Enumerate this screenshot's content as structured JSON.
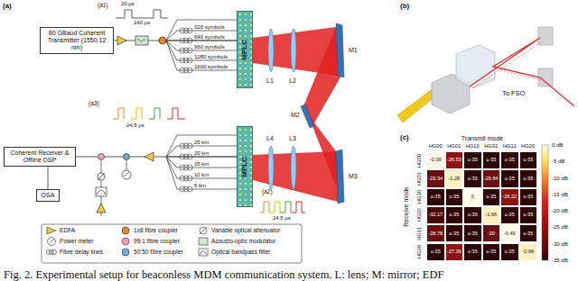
{
  "diagram": {
    "caption": "Fig. 2. Experimental setup for beaconless MDM communication system. L: lens; M: mirror; EDF",
    "nodes": [
      {
        "text": [
          "80 GBaud Coherent Transmitter (1550.12 nm)"
        ]
      },
      {
        "text": [
          "MPLC"
        ]
      },
      {
        "text": [
          "MPLC"
        ]
      },
      {
        "text": [
          "Coherent Receiver & Offline DSP"
        ]
      },
      {
        "text": [
          "OSA"
        ]
      }
    ],
    "edges": [
      {
        "from": 0,
        "to": 1,
        "arrow": "none"
      },
      {
        "from": 2,
        "to": 3,
        "arrow": "none"
      },
      {
        "from": 4,
        "to": 3,
        "arrow": "none"
      }
    ],
    "labels": [
      "(a)",
      "(a1)",
      "20 μs",
      "140 μs",
      "320 symbols",
      "640 symbols",
      "960 symbols",
      "1280 symbols",
      "1600 symbols",
      "L1",
      "L2",
      "M1",
      "M2",
      "L4",
      "L3",
      "M3",
      "(a3)",
      "24.5 μs",
      "25 km",
      "20 km",
      "15 km",
      "10 km",
      "5 km",
      "(a2)",
      "24.5 μs",
      "(b)",
      "To FSO",
      "(c)",
      "Transmit mode",
      "HG00",
      "HG01",
      "HG10",
      "HG02",
      "HG11",
      "HG20",
      "Receive mode",
      "HG00",
      "HG01",
      "HG10",
      "HG02",
      "HG11",
      "HG20",
      "-0.09",
      "-26.53",
      "≤-35",
      "≤-35",
      "≤-35",
      "≤-35",
      "-29.34",
      "-1.28",
      "≤-35",
      "-29.84",
      "≤-35",
      "≤-35",
      "≤-35",
      "≤-35",
      "0",
      "≤-35",
      "-26.22",
      "≤-35",
      "-32.17",
      "≤-35",
      "≤-35",
      "-1.66",
      "≤-35",
      "≤-35",
      "-28.78",
      "≤-35",
      "≤-35",
      "-30",
      "-0.49",
      "≤-35",
      "≤-35",
      "-27.39",
      "≤-35",
      "≤-35",
      "≤-35",
      "-0.96",
      "0 dB",
      "-5 dB",
      "-10 dB",
      "-15 dB",
      "-20 dB",
      "-25 dB",
      "-30 dB",
      "-35 dB"
    ],
    "legend": [
      {
        "text": "EDFA"
      },
      {
        "text": "Power meter"
      },
      {
        "text": "Fibre delay lines"
      },
      {
        "text": "1x8 fibre coupler"
      },
      {
        "text": "99:1 fibre coupler"
      },
      {
        "text": "50:50 fibre coupler"
      },
      {
        "text": "Variable optical attenuator"
      },
      {
        "text": "Acousto-optic modulator"
      },
      {
        "text": "Optical bandpass filter"
      }
    ]
  }
}
